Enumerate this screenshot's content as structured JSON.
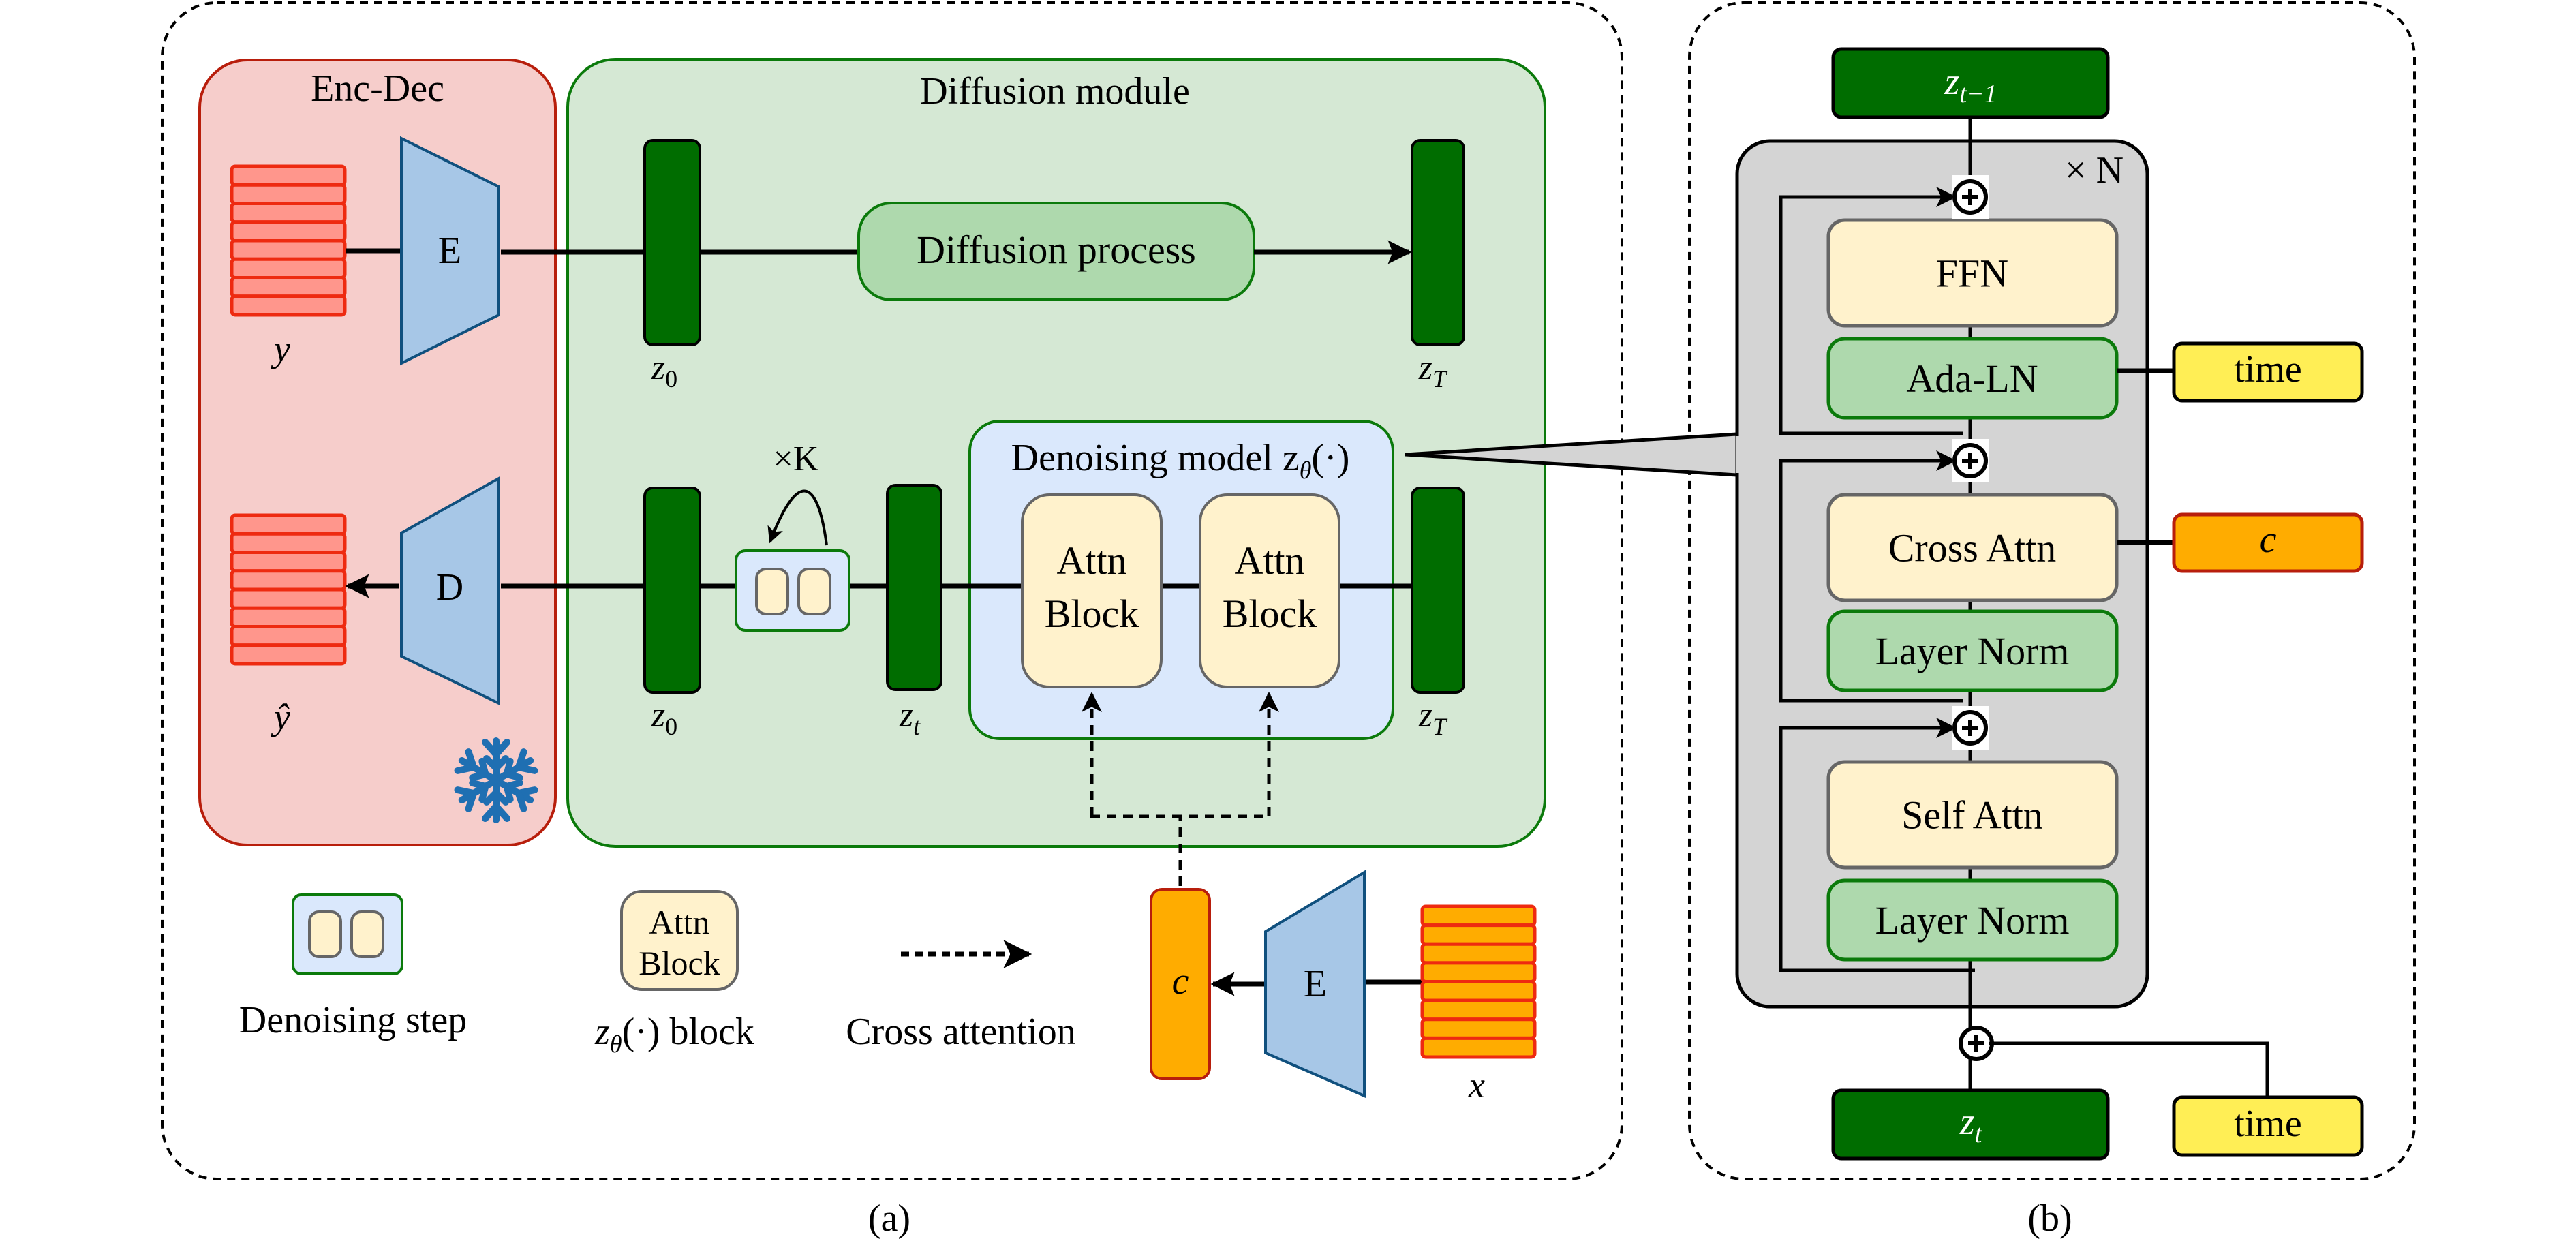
{
  "panel_a": {
    "caption": "(a)",
    "enc_dec": {
      "title": "Enc-Dec",
      "encoder_label": "E",
      "decoder_label": "D",
      "input_label": "y",
      "output_label": "ŷ",
      "frozen_icon": "snowflake-icon"
    },
    "diffusion_module": {
      "title": "Diffusion module",
      "process_label": "Diffusion process",
      "z0_label": "z",
      "z0_sub": "0",
      "zT_label": "z",
      "zT_sub": "T",
      "zt_label": "z",
      "zt_sub": "t",
      "repeat_label": "×K",
      "denoising_model": {
        "title": "Denoising model z",
        "title_sub": "θ",
        "title_suffix": "(·)",
        "blocks": [
          {
            "line1": "Attn",
            "line2": "Block"
          },
          {
            "line1": "Attn",
            "line2": "Block"
          }
        ]
      }
    },
    "condition": {
      "encoder_label": "E",
      "input_label": "x",
      "condition_label": "c"
    },
    "legend": [
      {
        "icon": "denoising-step-icon",
        "label": "Denoising step"
      },
      {
        "icon": "attn-block-icon",
        "icon_line1": "Attn",
        "icon_line2": "Block",
        "label_prefix": "z",
        "label_sub": "θ",
        "label_suffix": "(·) block"
      },
      {
        "icon": "dotted-arrow-icon",
        "label": "Cross attention"
      }
    ]
  },
  "panel_b": {
    "caption": "(b)",
    "top_output": {
      "label": "z",
      "sub": "t−1"
    },
    "bottom_input": {
      "label": "z",
      "sub": "t"
    },
    "repeat_label": "× N",
    "layers": [
      {
        "name": "FFN",
        "kind": "attn"
      },
      {
        "name": "Ada-LN",
        "kind": "norm"
      },
      {
        "name": "Cross Attn",
        "kind": "attn"
      },
      {
        "name": "Layer Norm",
        "kind": "norm"
      },
      {
        "name": "Self Attn",
        "kind": "attn"
      },
      {
        "name": "Layer Norm",
        "kind": "norm"
      }
    ],
    "side_inputs": {
      "time_top": "time",
      "condition": "c",
      "time_bottom": "time"
    }
  },
  "colors": {
    "enc_dec_fill": "#f6cdcb",
    "enc_dec_stroke": "#b81e0c",
    "diffusion_fill": "#d5e8d4",
    "diffusion_stroke": "#0b7a0b",
    "latent_fill": "#006d00",
    "process_fill": "#aed9ad",
    "denoise_fill": "#dae8fc",
    "attn_fill": "#fff2cc",
    "attn_stroke": "#666666",
    "trapezoid_fill": "#a7c7e7",
    "trapezoid_stroke": "#10507e",
    "stack_red_fill": "#ff968c",
    "stack_red_stroke": "#ee2a10",
    "stack_orange_fill": "#ffac00",
    "condition_fill": "#ffac00",
    "condition_stroke": "#b81e0c",
    "time_fill": "#ffee55",
    "gray_block": "#d4d4d4",
    "snowflake": "#1f6fb2"
  }
}
